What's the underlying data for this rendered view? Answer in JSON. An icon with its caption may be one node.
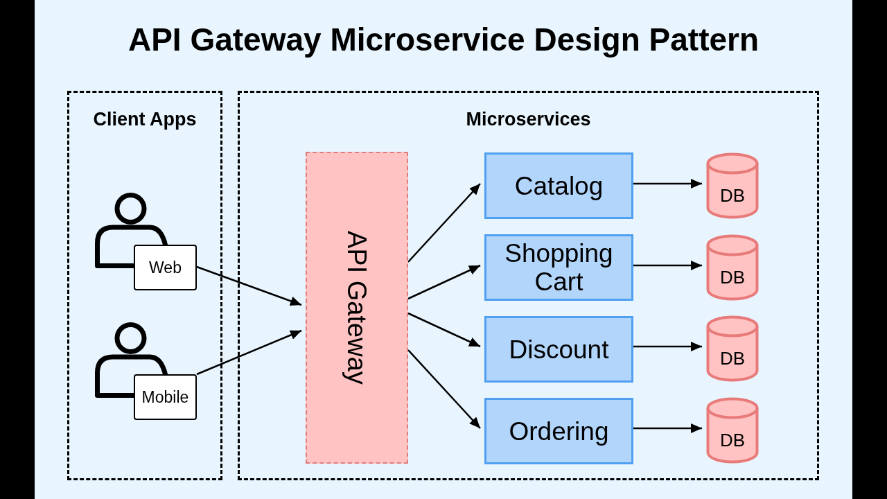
{
  "diagram": {
    "title": "API Gateway Microservice Design Pattern",
    "nodes": [
      {
        "text": [
          "Client Apps"
        ]
      },
      {
        "text": [],
        "shape": "person",
        "in": 0
      },
      {
        "text": [
          "Web"
        ],
        "in": 0
      },
      {
        "text": [],
        "shape": "person",
        "in": 0
      },
      {
        "text": [
          "Mobile"
        ],
        "in": 0
      },
      {
        "text": [
          "Microservices"
        ]
      },
      {
        "text": [
          "API Gateway"
        ],
        "in": 5
      },
      {
        "text": [
          "Catalog"
        ],
        "in": 5
      },
      {
        "text": [
          "DB"
        ],
        "in": 5
      },
      {
        "text": [
          "Shopping Cart"
        ],
        "in": 5
      },
      {
        "text": [
          "DB"
        ],
        "in": 5
      },
      {
        "text": [
          "Discount"
        ],
        "in": 5
      },
      {
        "text": [
          "DB"
        ],
        "in": 5
      },
      {
        "text": [
          "Ordering"
        ],
        "in": 5
      },
      {
        "text": [
          "DB"
        ],
        "in": 5
      }
    ],
    "edges": [
      {
        "from": 2,
        "to": 6,
        "arrow": "to"
      },
      {
        "from": 4,
        "to": 6,
        "arrow": "to"
      },
      {
        "from": 6,
        "to": 7,
        "arrow": "to"
      },
      {
        "from": 6,
        "to": 9,
        "arrow": "to"
      },
      {
        "from": 6,
        "to": 11,
        "arrow": "to"
      },
      {
        "from": 6,
        "to": 13,
        "arrow": "to"
      },
      {
        "from": 7,
        "to": 8,
        "arrow": "to"
      },
      {
        "from": 9,
        "to": 10,
        "arrow": "to"
      },
      {
        "from": 11,
        "to": 12,
        "arrow": "to"
      },
      {
        "from": 13,
        "to": 14,
        "arrow": "to"
      }
    ]
  }
}
